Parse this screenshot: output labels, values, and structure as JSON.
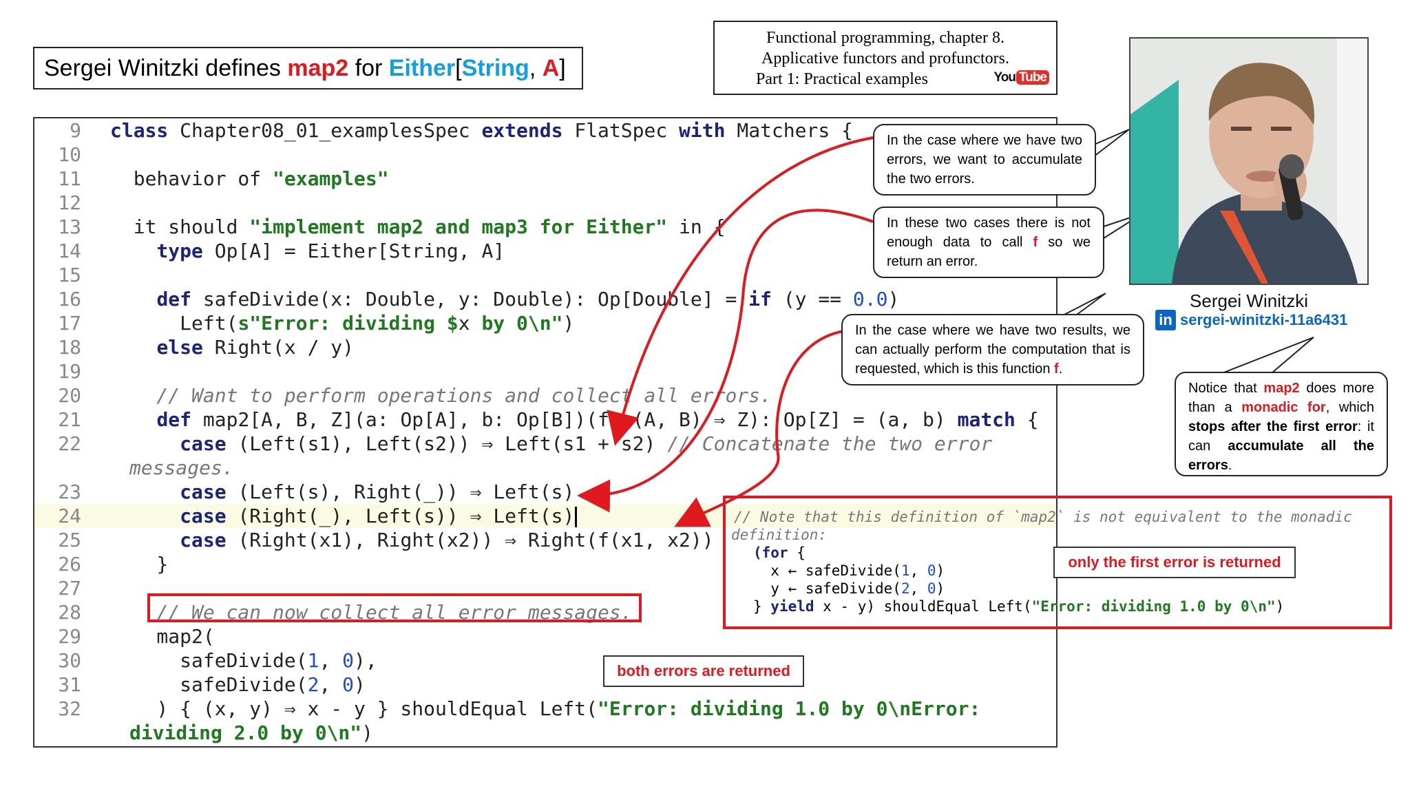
{
  "title": {
    "prefix": "Sergei Winitzki defines ",
    "fn": "map2",
    "mid": " for ",
    "either": "Either",
    "lb": "[",
    "string": "String",
    "comma": ", ",
    "a": "A",
    "rb": "]"
  },
  "subject": {
    "line1": "Functional programming, chapter 8.",
    "line2": "Applicative functors and profunctors.",
    "line3": "Part 1: Practical examples",
    "yt_you": "You",
    "yt_tube": "Tube"
  },
  "code_lines": [
    {
      "ln": "9"
    },
    {
      "ln": "10"
    },
    {
      "ln": "11"
    },
    {
      "ln": "12"
    },
    {
      "ln": "13"
    },
    {
      "ln": "14"
    },
    {
      "ln": "15"
    },
    {
      "ln": "16"
    },
    {
      "ln": "17"
    },
    {
      "ln": "18"
    },
    {
      "ln": "19"
    },
    {
      "ln": "20"
    },
    {
      "ln": "21"
    },
    {
      "ln": "22"
    },
    {
      "ln": "23"
    },
    {
      "ln": "24"
    },
    {
      "ln": "25"
    },
    {
      "ln": "26"
    },
    {
      "ln": "27"
    },
    {
      "ln": "28"
    },
    {
      "ln": "29"
    },
    {
      "ln": "30"
    },
    {
      "ln": "31"
    },
    {
      "ln": "32"
    }
  ],
  "code": {
    "l9": {
      "kw1": "class",
      "t1": " Chapter08_01_examplesSpec ",
      "kw2": "extends",
      "t2": " FlatSpec ",
      "kw3": "with",
      "t3": " Matchers {"
    },
    "l11": {
      "t1": "  behavior of ",
      "s1": "\"examples\""
    },
    "l13": {
      "t1": "  it should ",
      "s1": "\"implement map2 and map3 for Either\"",
      "t2": " in {"
    },
    "l14": {
      "t0": "    ",
      "kw1": "type",
      "t1": " Op[A] = Either[String, A]"
    },
    "l16": {
      "t0": "    ",
      "kw1": "def",
      "t1": " safeDivide(x: Double, y: Double): Op[Double] = ",
      "kw2": "if",
      "t2": " (y == ",
      "n1": "0.0",
      "t3": ")"
    },
    "l17": {
      "t0": "      Left(",
      "s1": "s\"Error: dividing $",
      "t1": "x",
      "s2": " by 0\\n\"",
      "t2": ")"
    },
    "l18": {
      "t0": "    ",
      "kw1": "else",
      "t1": " Right(x / y)"
    },
    "l20": {
      "c1": "    // Want to perform operations and collect all errors."
    },
    "l21": {
      "t0": "    ",
      "kw1": "def",
      "t1": " map2[A, B, Z](a: Op[A], b: Op[B])(f: (A, B) ⇒ Z): Op[Z] = (a, b) ",
      "kw2": "match",
      "t2": " {"
    },
    "l22": {
      "t0": "      ",
      "kw1": "case",
      "t1": " (Left(s1), Left(s2)) ⇒ Left(s1 + s2) ",
      "c1": "// Concatenate the two error"
    },
    "l22b": {
      "c1": "messages."
    },
    "l23": {
      "t0": "      ",
      "kw1": "case",
      "t1": " (Left(s), Right(_)) ⇒ Left(s)"
    },
    "l24": {
      "t0": "      ",
      "kw1": "case",
      "t1": " (Right(_), Left(s)) ⇒ Left(s)"
    },
    "l25": {
      "t0": "      ",
      "kw1": "case",
      "t1": " (Right(x1), Right(x2)) ⇒ Right(f(x1, x2))"
    },
    "l26": {
      "t1": "    }"
    },
    "l28": {
      "c1": "    // We can now collect all error messages."
    },
    "l29": {
      "t1": "    map2("
    },
    "l30": {
      "t1": "      safeDivide(",
      "n1": "1",
      "t2": ", ",
      "n2": "0",
      "t3": "),"
    },
    "l31": {
      "t1": "      safeDivide(",
      "n1": "2",
      "t2": ", ",
      "n2": "0",
      "t3": ")"
    },
    "l32": {
      "t1": "    ) { (x, y) ⇒ x - y } shouldEqual Left(",
      "s1": "\"Error: dividing 1.0 by 0\\nError:"
    },
    "l32b": {
      "s1": "dividing 2.0 by 0\\n\"",
      "t1": ")"
    }
  },
  "callouts": {
    "c1": "In the case where we have two errors, we want to accumulate the two errors.",
    "c2_a": "In these two cases there is not enough data to call ",
    "c2_f": "f",
    "c2_b": " so we return an error.",
    "c3_a": "In the case where we have two results, we can actually perform the computation that is requested, which is this function ",
    "c3_f": "f",
    "c3_b": ".",
    "c4_a": "Notice that ",
    "c4_map2": "map2",
    "c4_b": " does more than a ",
    "c4_monadic": "monadic for",
    "c4_c": ", which ",
    "c4_stops": "stops after the first error",
    "c4_d": ": it can ",
    "c4_acc": "accumulate all the errors",
    "c4_e": "."
  },
  "note": {
    "l1": "// Note that this definition of `map2` is not equivalent to the monadic",
    "l2": "definition:",
    "l3_kw": "(for",
    "l3_t": " {",
    "l4_a": "  x ← safeDivide(",
    "l4_n1": "1",
    "l4_b": ", ",
    "l4_n2": "0",
    "l4_c": ")",
    "l5_a": "  y ← safeDivide(",
    "l5_n1": "2",
    "l5_b": ", ",
    "l5_n2": "0",
    "l5_c": ")",
    "l6_a": "} ",
    "l6_kw": "yield",
    "l6_b": " x - y) shouldEqual Left(",
    "l6_s": "\"Error: dividing 1.0 by 0\\n\"",
    "l6_c": ")"
  },
  "labels": {
    "first_only": "only the first error is returned",
    "both": "both errors are returned"
  },
  "presenter": {
    "name": "Sergei Winitzki",
    "linkedin_logo": "in",
    "linkedin": "sergei-winitzki-11a6431"
  },
  "icons": [
    "linkedin-icon",
    "youtube-icon"
  ],
  "colors": {
    "accent_red": "#e0191e",
    "accent_blue": "#12a0dc",
    "linkedin": "#0a66c2"
  }
}
